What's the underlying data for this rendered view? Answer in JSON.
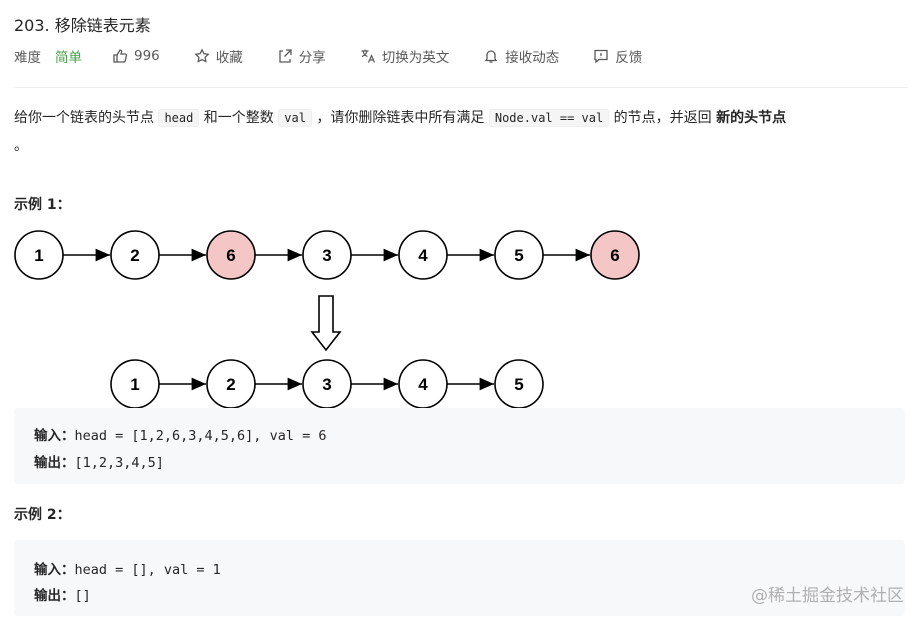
{
  "title": "203. 移除链表元素",
  "meta": {
    "difficulty_label": "难度",
    "difficulty_value": "简单",
    "likes": "996",
    "collect": "收藏",
    "share": "分享",
    "translate": "切换为英文",
    "notify": "接收动态",
    "feedback": "反馈"
  },
  "description": {
    "p1": "给你一个链表的头节点 ",
    "code1": "head",
    "p2": " 和一个整数 ",
    "code2": "val",
    "p3": " ，请你删除链表中所有满足 ",
    "code3": "Node.val == val",
    "p4": " 的节点，并返回 ",
    "bold": "新的头节点",
    "p5": "。"
  },
  "example1": {
    "heading": "示例 1：",
    "input_label": "输入：",
    "input": "head = [1,2,6,3,4,5,6], val = 6",
    "output_label": "输出：",
    "output": "[1,2,3,4,5]"
  },
  "example2": {
    "heading": "示例 2：",
    "input_label": "输入：",
    "input": "head = [], val = 1",
    "output_label": "输出：",
    "output": "[]"
  },
  "diagram": {
    "before": [
      "1",
      "2",
      "6",
      "3",
      "4",
      "5",
      "6"
    ],
    "after": [
      "1",
      "2",
      "3",
      "4",
      "5"
    ],
    "removed_value": "6",
    "removed_fill": "#f5c6c6",
    "normal_fill": "#ffffff"
  },
  "watermark": "@稀土掘金技术社区"
}
